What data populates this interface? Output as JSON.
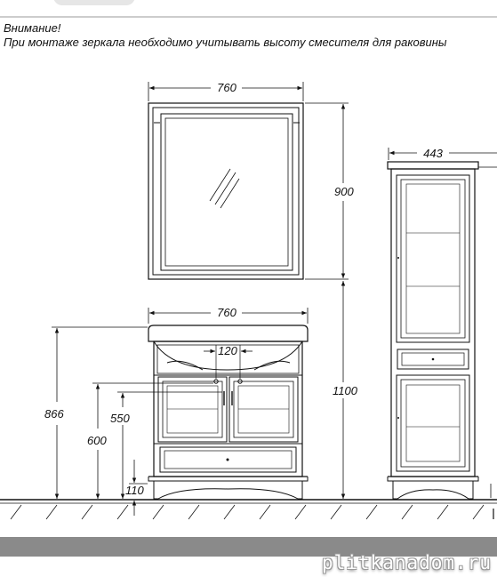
{
  "notice": {
    "title": "Внимание!",
    "text": "При монтаже зеркала необходимо учитывать высоту смесителя для раковины"
  },
  "dimensions": {
    "mirror_width": "760",
    "mirror_height": "900",
    "vanity_width": "760",
    "faucet_spacing": "120",
    "vanity_height": "866",
    "pipe_height_600": "600",
    "pipe_height_550": "550",
    "drain_height": "110",
    "mirror_mount_height": "1100",
    "cabinet_width": "443"
  },
  "watermark": "plitkanadom.ru",
  "colors": {
    "line": "#111111",
    "bar": "#8a8a8a"
  }
}
